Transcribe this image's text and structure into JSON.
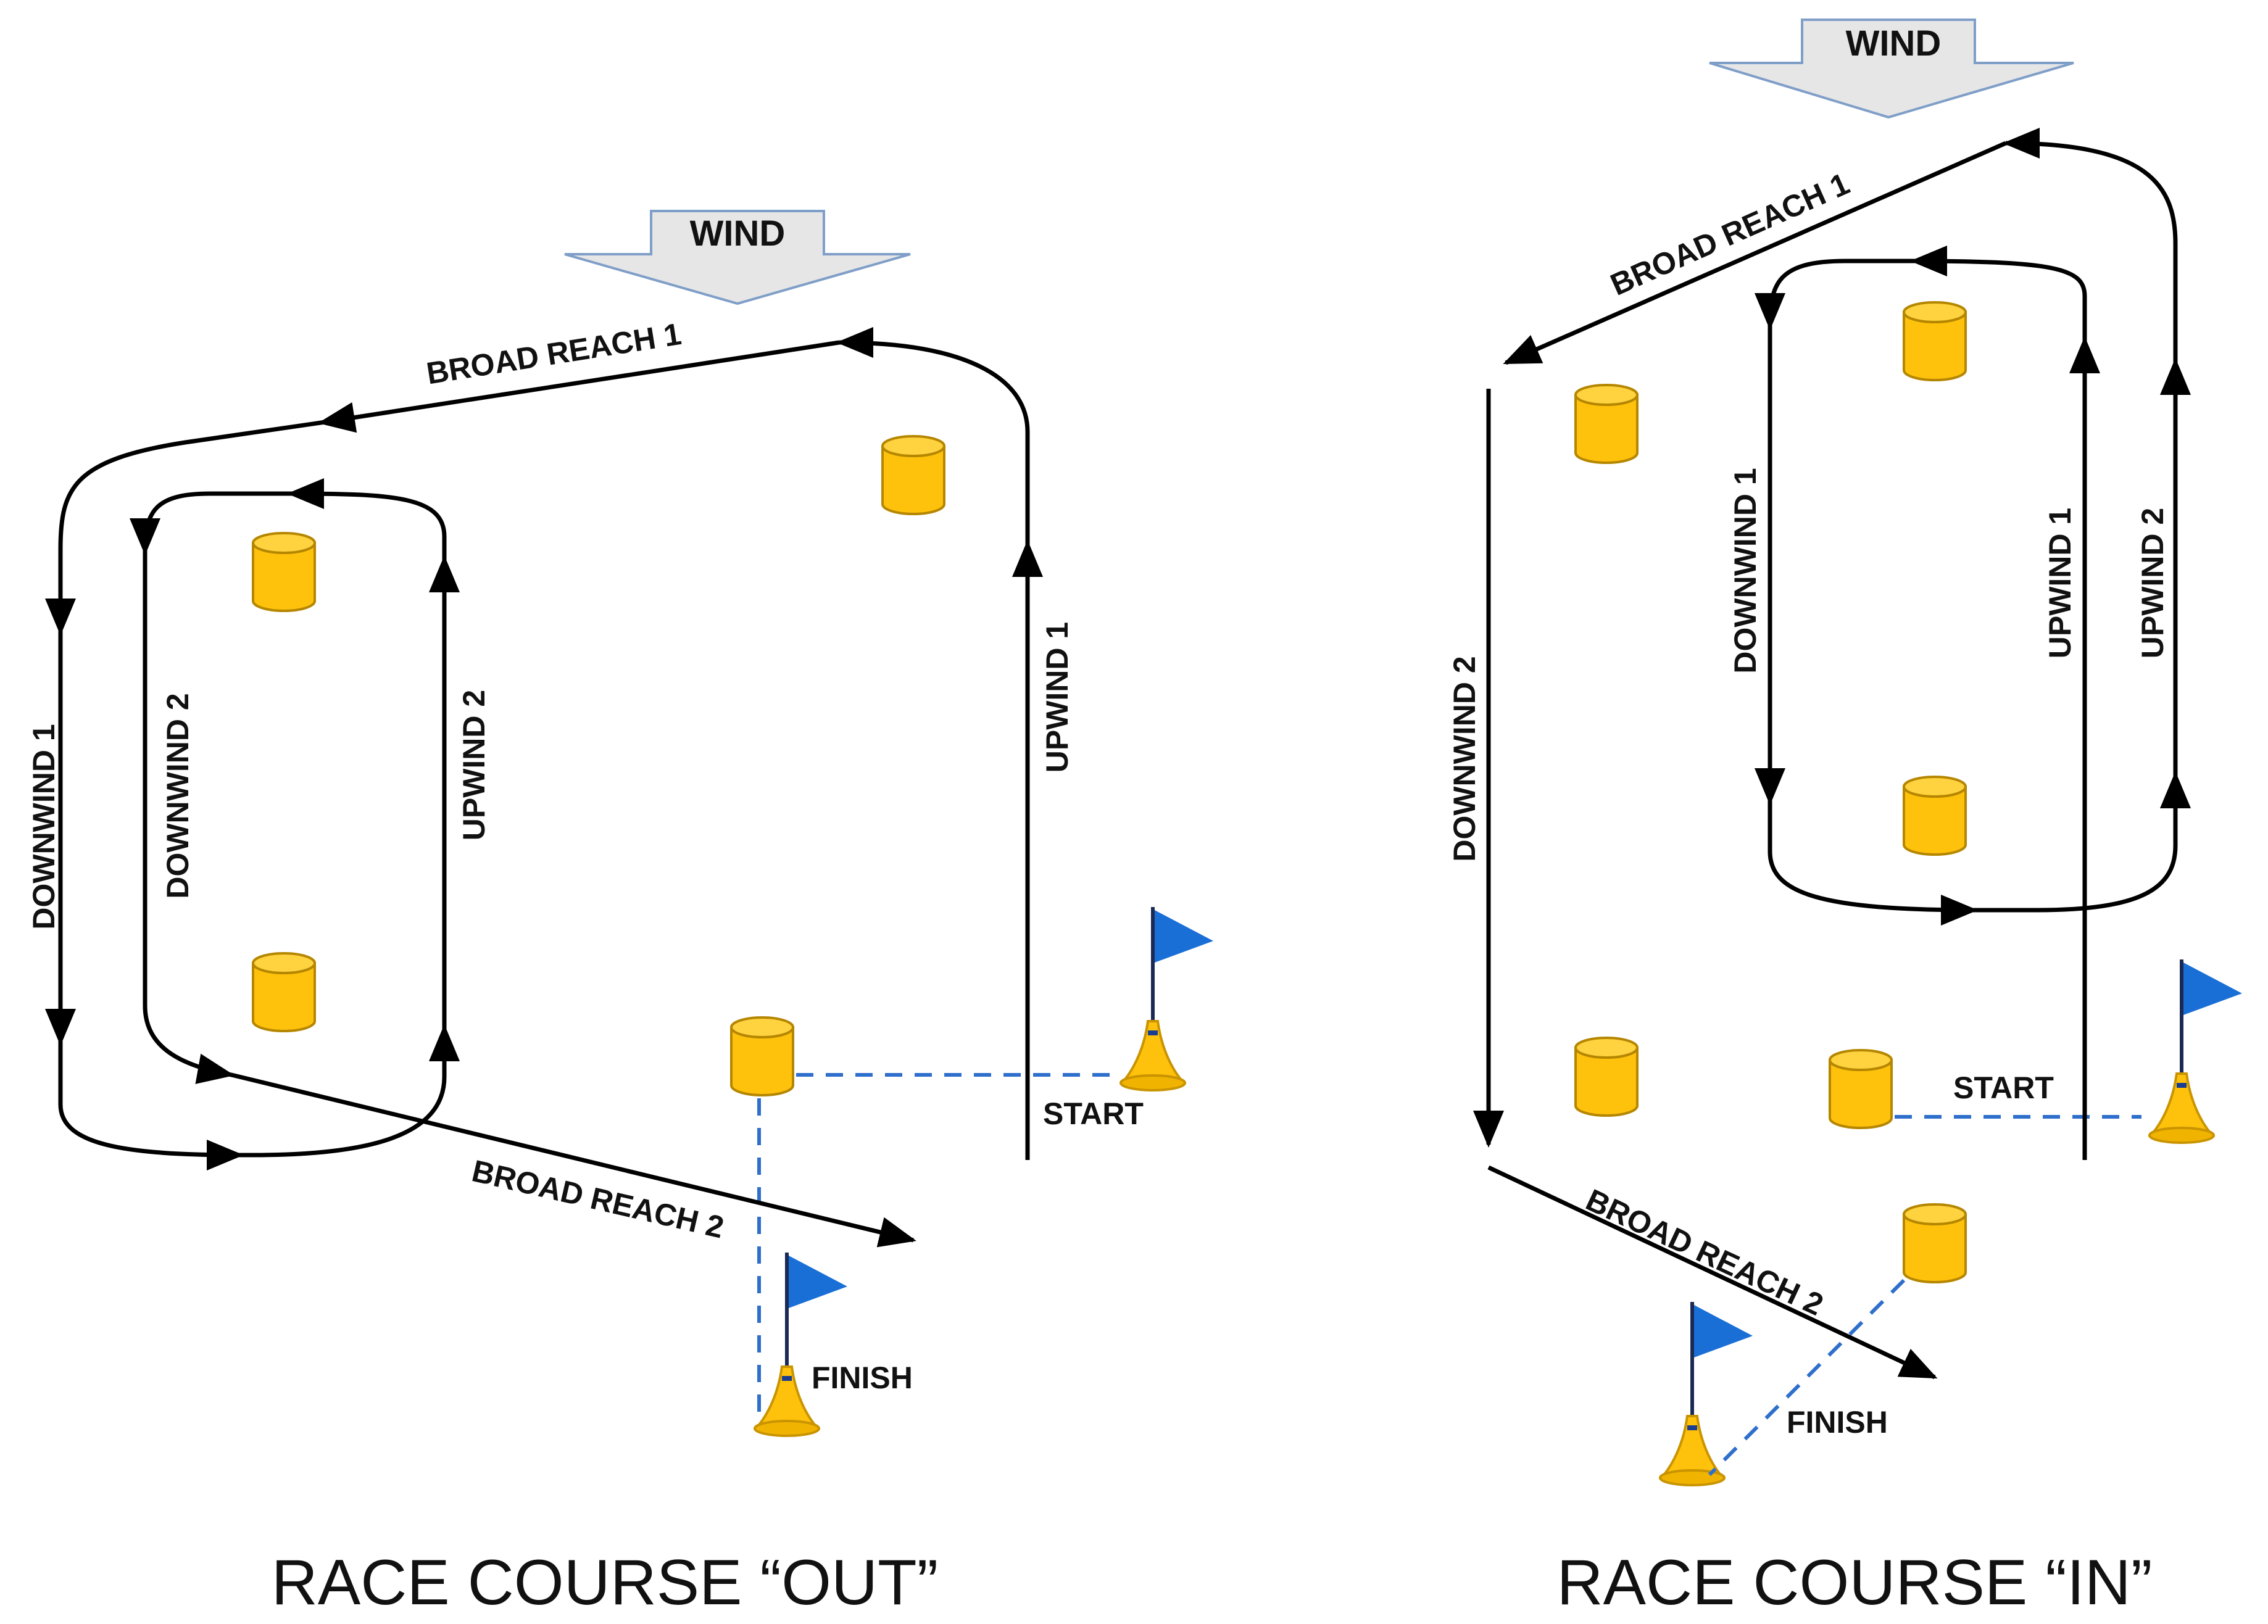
{
  "colors": {
    "path": "#000000",
    "dashed": "#2f6fcc",
    "buoy_fill": "#fec20c",
    "buoy_stroke": "#b58600",
    "flag": "#1a6fd6",
    "wind_fill": "#e6e6e6",
    "wind_stroke": "#7f9ec8"
  },
  "icons": {
    "wind": "down-arrow-icon",
    "buoy": "cylinder-buoy-icon",
    "flag": "flag-buoy-icon"
  },
  "out": {
    "title": "RACE COURSE “OUT”",
    "wind": "WIND",
    "broad_reach_1": "BROAD REACH 1",
    "broad_reach_2": "BROAD REACH 2",
    "upwind_1": "UPWIND 1",
    "upwind_2": "UPWIND 2",
    "downwind_1": "DOWNWIND 1",
    "downwind_2": "DOWNWIND 2",
    "start": "START",
    "finish": "FINISH"
  },
  "in": {
    "title": "RACE COURSE “IN”",
    "wind": "WIND",
    "broad_reach_1": "BROAD REACH 1",
    "broad_reach_2": "BROAD REACH 2",
    "upwind_1": "UPWIND 1",
    "upwind_2": "UPWIND 2",
    "downwind_1": "DOWNWIND 1",
    "downwind_2": "DOWNWIND 2",
    "start": "START",
    "finish": "FINISH"
  }
}
